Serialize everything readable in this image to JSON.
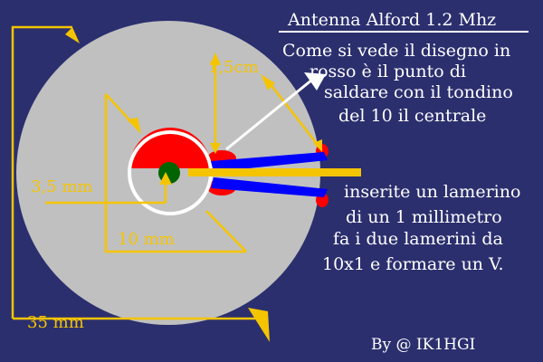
{
  "title": "Antenna Alford 1.2 Mhz",
  "note_lines": [
    "Come si vede il disegno in",
    "rosso è il punto di",
    "saldare con il tondino",
    "del 10  il centrale"
  ],
  "instruction_lines": [
    "inserite un lamerino",
    "di un 1 millimetro",
    "fa i due lamerini da",
    "10x1 e formare un V."
  ],
  "dimensions": {
    "outer": "35 mm",
    "hole": "10 mm",
    "inner": "3,5 mm",
    "slot": "1,5cm"
  },
  "signature": "By @  IK1HGI",
  "colors": {
    "background": "#2b2f6e",
    "disc": "#c0c0c0",
    "solder_points": "#ff0000",
    "pins": "#0000ff",
    "dimension_lines": "#f5c400",
    "center_rod": "#006400",
    "text": "#ffffff"
  }
}
